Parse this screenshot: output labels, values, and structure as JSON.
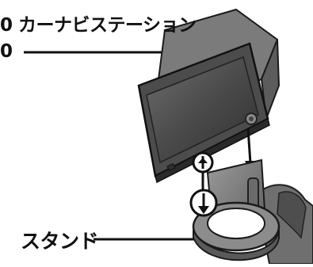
{
  "labels": {
    "navigation_station": "0 カーナビステーション",
    "navigation_number": "0",
    "stand": "スタンド"
  }
}
